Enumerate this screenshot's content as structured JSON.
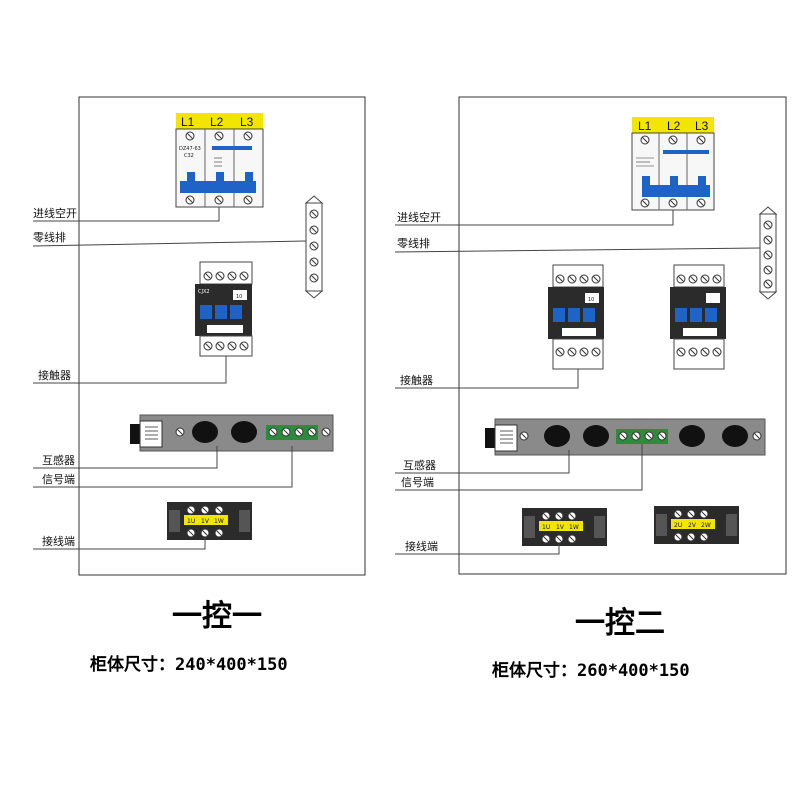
{
  "panels": [
    {
      "breaker": {
        "phases": [
          "L1",
          "L2",
          "L3"
        ],
        "model": "DZ47-63",
        "rating": "C32"
      },
      "labels": {
        "incoming_breaker": "进线空开",
        "neutral_bar": "零线排",
        "contactor": "接触器",
        "transformer": "互感器",
        "signal_terminal": "信号端",
        "terminal_block": "接线端"
      },
      "contactor_marks": [
        "CJX2",
        "10"
      ],
      "terminals": [
        "1U",
        "1V",
        "1W"
      ],
      "title": "一控一",
      "dimensions": "柜体尺寸：240*400*150"
    },
    {
      "breaker": {
        "phases": [
          "L1",
          "L2",
          "L3"
        ]
      },
      "labels": {
        "incoming_breaker": "进线空开",
        "neutral_bar": "零线排",
        "contactor": "接触器",
        "transformer": "互感器",
        "signal_terminal": "信号端",
        "terminal_block": "接线端"
      },
      "contactor_marks": [
        "10"
      ],
      "terminals": [
        "1U",
        "1V",
        "1W"
      ],
      "terminals_2": [
        "2U",
        "2V",
        "2W"
      ],
      "title": "一控二",
      "dimensions": "柜体尺寸：260*400*150"
    }
  ],
  "colors": {
    "phase_label_bg": "#f2e600",
    "breaker_blue": "#1f63c6",
    "contactor_body": "#2b2b2b",
    "contactor_blue": "#1f63c6",
    "sensor_bar": "#8a8a8a",
    "terminal_label_bg": "#f2e600"
  }
}
